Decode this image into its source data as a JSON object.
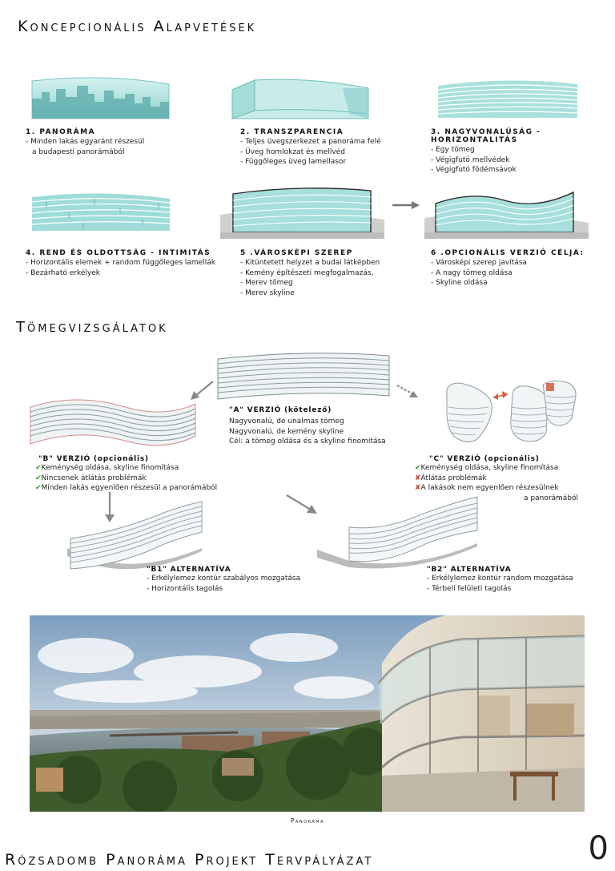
{
  "section1_title": "Koncepcionális Alapvetések",
  "concepts": [
    {
      "title": "1. PANORÁMA",
      "lines": [
        "- Minden lakás egyaránt részesül",
        "  a budapesti panorámából"
      ]
    },
    {
      "title": "2. TRANSZPARENCIA",
      "lines": [
        "- Teljes üvegszerkezet a panoráma felé",
        "- Üveg homlokzat és mellvéd",
        "- Függőleges üveg lamellasor"
      ]
    },
    {
      "title": "3. NAGYVONALÚSÁG - HORIZONTALITÁS",
      "lines": [
        "- Egy tömeg",
        "- Végigfutó mellvédek",
        "- Végigfutó födémsávok"
      ]
    },
    {
      "title": "4. REND ÉS OLDOTTSÁG - INTIMITÁS",
      "lines": [
        "- Horizontális elemek + random függőleges lamellák",
        "- Bezárható erkélyek"
      ]
    },
    {
      "title": "5 .VÁROSKÉPI SZEREP",
      "lines": [
        "- Kitüntetett helyzet a budai látképben",
        "- Kemény építészeti megfogalmazás,",
        "- Merev tömeg",
        "- Merev skyline"
      ]
    },
    {
      "title": "6 .OPCIONÁLIS VERZIÓ CÉLJA:",
      "lines": [
        "- Városképi szerep javítása",
        "- A nagy tömeg oldása",
        "- Skyline oldása"
      ]
    }
  ],
  "section2_title": "Tömegvizsgálatok",
  "version_a": {
    "title": "\"A\" VERZIÓ (kötelező)",
    "lines": [
      "Nagyvonalú, de unalmas tömeg",
      "Nagyvonalú, de kemény skyline",
      "Cél: a tömeg oldása és a skyline finomítása"
    ]
  },
  "version_b": {
    "title": "\"B\" VERZIÓ (opcionális)",
    "lines": [
      "Keménység oldása, skyline finomítása",
      "Nincsenek átlátás problémák",
      "Minden lakás egyenlően részesül a panorámából"
    ]
  },
  "version_c": {
    "title": "\"C\" VERZIÓ (opcionális)",
    "lines": [
      "Keménység oldása, skyline finomítása",
      "Átlátás problémák",
      "A lakások nem egyenlően részesülnek",
      "a panorámából"
    ]
  },
  "alt_b1": {
    "title": "\"B1\" ALTERNATÍVA",
    "lines": [
      "- Erkélylemez kontúr szabályos mozgatása",
      "- Horizontális tagolás"
    ]
  },
  "alt_b2": {
    "title": "\"B2\" ALTERNATÍVA",
    "lines": [
      "- Erkélylemez kontúr random mozgatása",
      "- Térbeli felületi tagolás"
    ]
  },
  "photo_caption": "Panoráma",
  "footer_title": "Rózsadomb Panoráma Projekt Tervpályázat",
  "page_number": "0",
  "colors": {
    "glass": "#9fdcd8",
    "glass_dark": "#5bb8b4",
    "check": "#2e9a2e",
    "cross": "#c0392b"
  },
  "icons": {
    "check": "check-icon",
    "cross": "cross-icon",
    "arrow": "arrow-icon"
  }
}
